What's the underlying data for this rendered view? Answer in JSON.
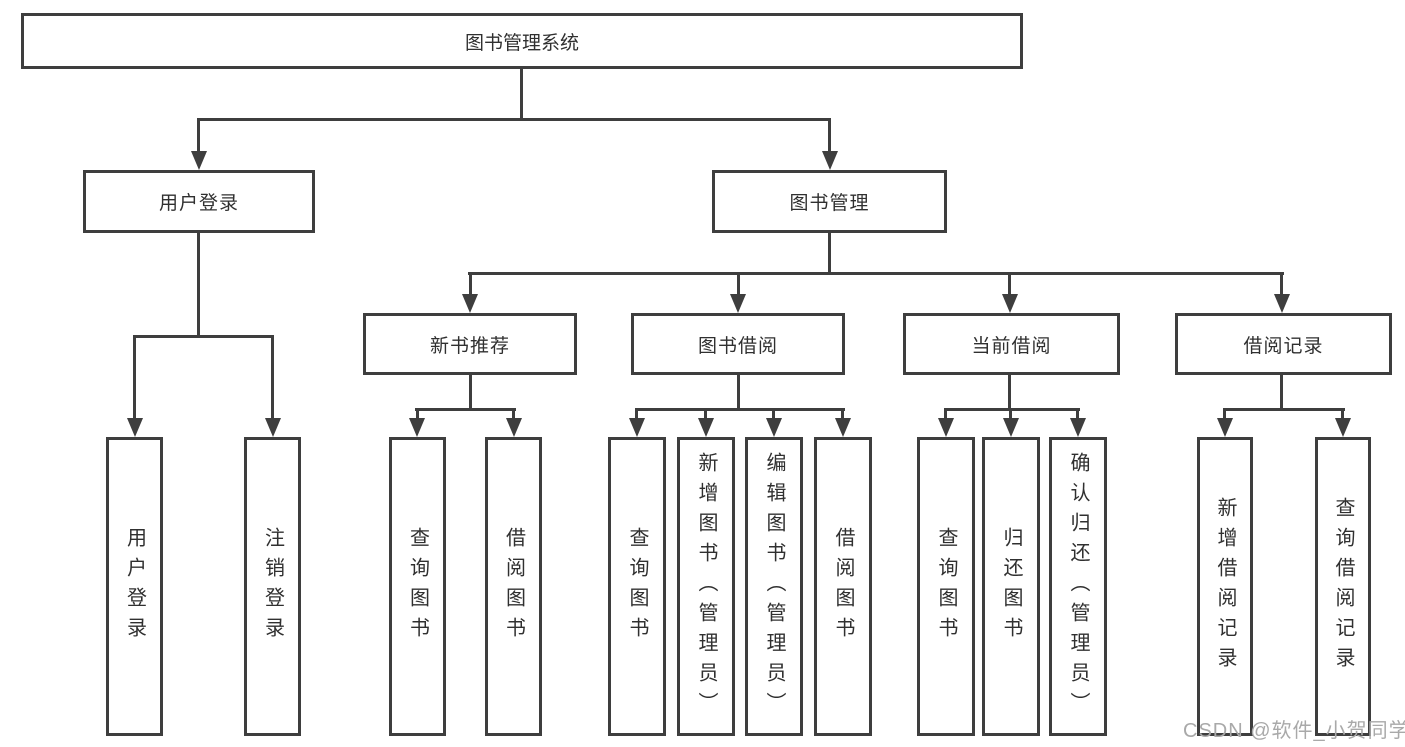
{
  "diagram": {
    "title": "图书管理系统",
    "tree": {
      "user_login": {
        "label": "用户登录",
        "children": [
          "用户登录",
          "注销登录"
        ]
      },
      "book_mgmt": {
        "label": "图书管理",
        "sections": {
          "new_books": {
            "label": "新书推荐",
            "children": [
              "查询图书",
              "借阅图书"
            ]
          },
          "borrowing": {
            "label": "图书借阅",
            "children": [
              "查询图书",
              "新增图书（管理员）",
              "编辑图书（管理员）",
              "借阅图书"
            ]
          },
          "current": {
            "label": "当前借阅",
            "children": [
              "查询图书",
              "归还图书",
              "确认归还（管理员）"
            ]
          },
          "records": {
            "label": "借阅记录",
            "children": [
              "新增借阅记录",
              "查询借阅记录"
            ]
          }
        }
      }
    }
  },
  "watermark": {
    "text": "CSDN @软件_小贺同学"
  },
  "colors": {
    "line": "#3e3e3e",
    "text": "#303030",
    "watermark": "#a9a9a9",
    "background": "#ffffff"
  }
}
